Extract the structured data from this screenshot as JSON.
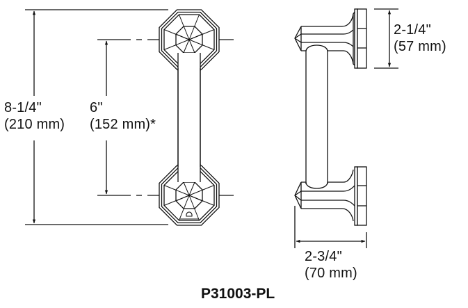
{
  "drawing": {
    "model_number": "P31003-PL",
    "line_color": "#111111",
    "background": "#ffffff"
  },
  "dimensions": {
    "overall_height": {
      "imperial": "8-1/4\"",
      "metric": "(210 mm)"
    },
    "center_to_center": {
      "imperial": "6\"",
      "metric": "(152 mm)*"
    },
    "mount_height": {
      "imperial": "2-1/4\"",
      "metric": "(57 mm)"
    },
    "projection": {
      "imperial": "2-3/4\"",
      "metric": "(70 mm)"
    }
  },
  "views": {
    "front": {
      "name": "front-view",
      "posts": [
        "top-octagon-post",
        "bottom-octagon-post"
      ]
    },
    "side": {
      "name": "side-view",
      "mounts": [
        "top-mount",
        "bottom-mount"
      ]
    }
  }
}
